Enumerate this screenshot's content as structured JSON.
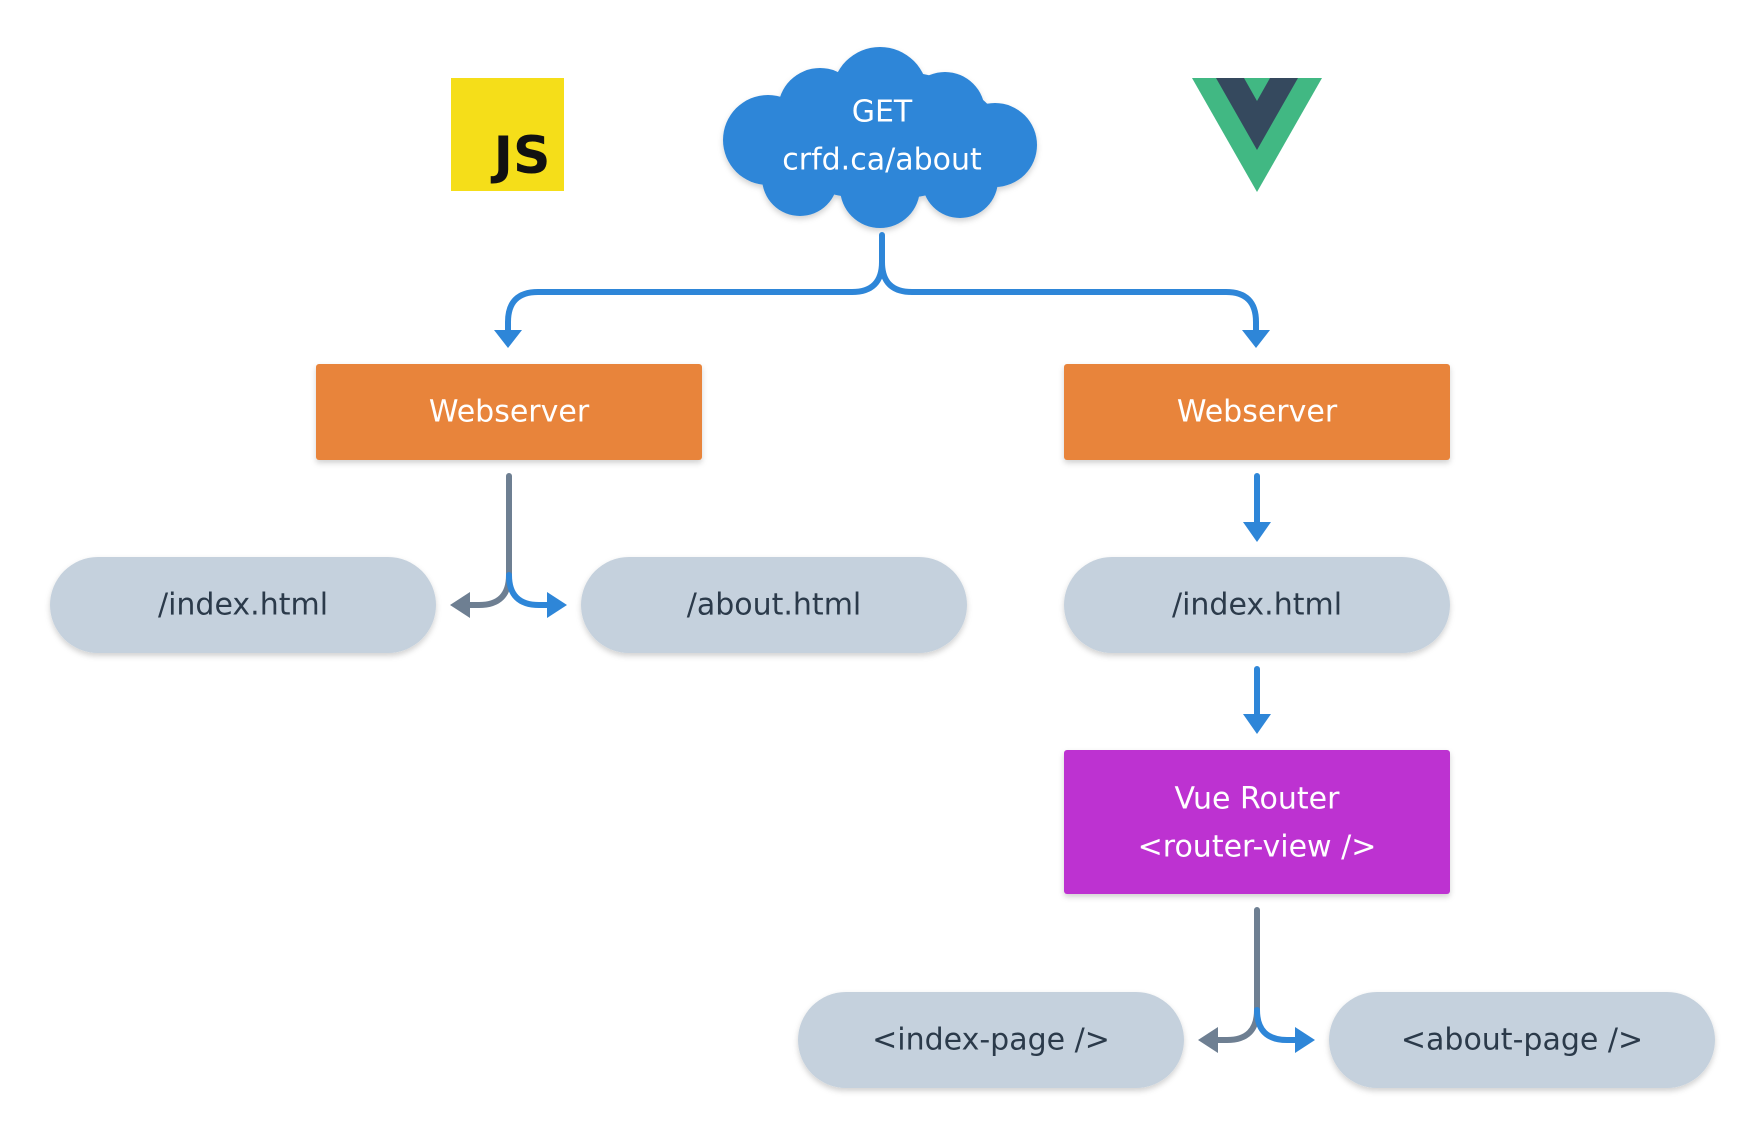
{
  "colors": {
    "flow_arrow": "#2e86d8",
    "alt_arrow": "#6e7f92",
    "cloud": "#2e86d8",
    "webserver": "#e8843a",
    "file_pill": "#c5d1dd",
    "router": "#bd33d1",
    "js_logo_bg": "#f5de19",
    "vue_green": "#41b883",
    "vue_dark": "#35495e"
  },
  "request": {
    "line1": "GET",
    "line2": "crfd.ca/about",
    "icon": "cloud-icon"
  },
  "logos": {
    "js": {
      "text": "JS",
      "icon": "javascript-logo-icon"
    },
    "vue": {
      "icon": "vue-logo-icon"
    }
  },
  "left_flow": {
    "webserver": "Webserver",
    "file_a": "/index.html",
    "file_b": "/about.html"
  },
  "right_flow": {
    "webserver": "Webserver",
    "file": "/index.html",
    "router_line1": "Vue Router",
    "router_line2": "<router-view />",
    "page_a": "<index-page />",
    "page_b": "<about-page />"
  }
}
